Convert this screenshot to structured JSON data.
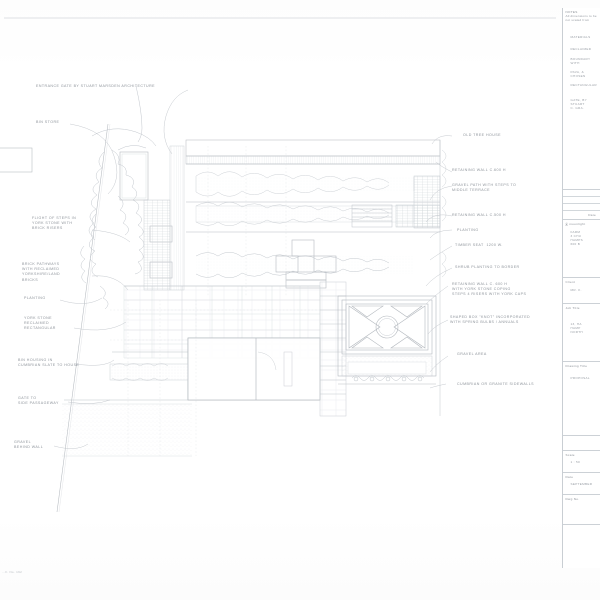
{
  "sheet": {
    "footnote": "...F. No. 192"
  },
  "annotations": {
    "left": [
      {
        "id": "entrance-gates",
        "text": "ENTRANCE GATE BY STUART MARSDEN ARCHITECTURE"
      },
      {
        "id": "bin-store",
        "text": "BIN STORE"
      },
      {
        "id": "flight-of-steps",
        "text": "FLIGHT OF STEPS IN\nYORK STONE WITH\nBRICK RISERS"
      },
      {
        "id": "brick-pathways",
        "text": "BRICK PATHWAYS\nWITH RECLAIMED\nYORKSHIRE/LAND\nBRICKS"
      },
      {
        "id": "planting-left",
        "text": "PLANTING"
      },
      {
        "id": "york-stone",
        "text": "YORK STONE\nRECLAIMED\nRECTANGULAR"
      },
      {
        "id": "bin-housing",
        "text": "BIN HOUSING IN\nCUMBRIAN SLATE TO HOUSE"
      },
      {
        "id": "gate-side",
        "text": "GATE TO\nSIDE PASSAGEWAY"
      },
      {
        "id": "gravel-behind",
        "text": "GRAVEL\nBEHIND WALL"
      }
    ],
    "right": [
      {
        "id": "old-tree-house",
        "text": "OLD TREE HOUSE"
      },
      {
        "id": "retaining-wall-1",
        "text": "RETAINING WALL c.600 H"
      },
      {
        "id": "gravel-path-steps",
        "text": "GRAVEL PATH WITH STEPS TO\nMIDDLE TERRACE"
      },
      {
        "id": "retaining-wall-2",
        "text": "RETAINING WALL c.500 H"
      },
      {
        "id": "planting-right",
        "text": "PLANTING"
      },
      {
        "id": "timber-seat",
        "text": "TIMBER SEAT  1200 W."
      },
      {
        "id": "shrub-planting",
        "text": "SHRUB PLANTING TO BORDER"
      },
      {
        "id": "retaining-wall-3",
        "text": "RETAINING WALL c. 600 H\nWITH YORK STONE COPING\nSTEPS 4 RISERS WITH YORK CAPS"
      },
      {
        "id": "knot-box",
        "text": "SHAPED BOX \"KNOT\" INCORPORATED\nWITH SPRING BULBS / ANNUALS"
      },
      {
        "id": "gravel-area",
        "text": "GRAVEL AREA"
      },
      {
        "id": "cumbrian-setts",
        "text": "CUMBRIAN OR GRANITE SIDEWALLS"
      }
    ]
  },
  "titleblock": {
    "notes_label": "NOTES",
    "notes_body": "All dimensions to be\nnot scaled from",
    "materials": [
      "MATERIALS",
      "RECLAIMED",
      "BOUNDARY\nWITH",
      "PAVA, &\nCHOSEN",
      "RECTANGULAR"
    ],
    "gate_note": "GATE, BY\nSTUART\nC. GRA.",
    "rev_label": "A",
    "date_label": "Date",
    "copyright": "© moonlight",
    "address": "FARM\n3 CHU\nHAMPS\n600 B",
    "client_label": "Client",
    "client_value": "MR. K.",
    "job_label": "Job Title",
    "job_value": "13, HA\nHAMP\nNORTH",
    "drawing_label": "Drawing Title",
    "drawing_value": "PROPOSAL",
    "scale_label": "Scale",
    "scale_value": "1 : 50",
    "date_field_label": "Date",
    "date_value": "SEPTEMBER",
    "dwg_label": "Dwg No."
  },
  "colors": {
    "ink": "#9aa0a6",
    "ink_light": "#c5cad0",
    "ink_faint": "#dfe3e7",
    "paper": "#ffffff",
    "rule": "#ccd1d6"
  }
}
